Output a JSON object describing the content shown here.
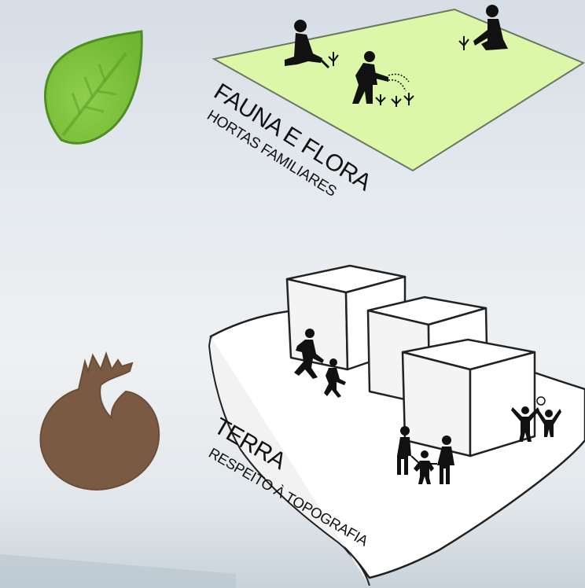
{
  "sections": [
    {
      "icon": "leaf-icon",
      "title": "FAUNA E FLORA",
      "subtitle": "HORTAS FAMILIARES",
      "color": "#8cc63f",
      "plane_color": "#dcf7a8"
    },
    {
      "icon": "earth-clod-icon",
      "title": "TERRA",
      "subtitle": "RESPEITO À TOPOGRAFIA",
      "color": "#7a5a43"
    }
  ]
}
